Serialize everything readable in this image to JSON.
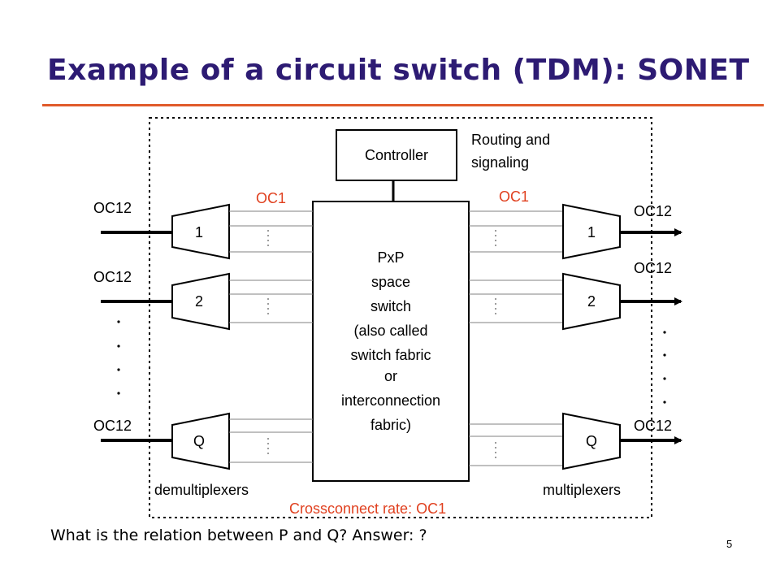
{
  "title": "Example of a circuit switch (TDM): SONET",
  "controller_label": "Controller",
  "routing_note": [
    "Routing and",
    "signaling"
  ],
  "oc1_left": "OC1",
  "oc1_right": "OC1",
  "oc12_label": "OC12",
  "fabric_lines": [
    "PxP",
    "space",
    "switch",
    "(also called",
    "switch fabric",
    "or",
    "interconnection",
    "fabric)"
  ],
  "demux_ids": [
    "1",
    "2",
    "Q"
  ],
  "mux_ids": [
    "1",
    "2",
    "Q"
  ],
  "demux_caption": "demultiplexers",
  "mux_caption": "multiplexers",
  "crossconnect_rate": "Crossconnect rate: OC1",
  "question": "What is the relation between P and Q? Answer: ?",
  "page_number": "5",
  "colors": {
    "title": "#2d1b73",
    "accent": "#e05a2a",
    "red_text": "#e0401f",
    "line_gray": "#808080"
  }
}
